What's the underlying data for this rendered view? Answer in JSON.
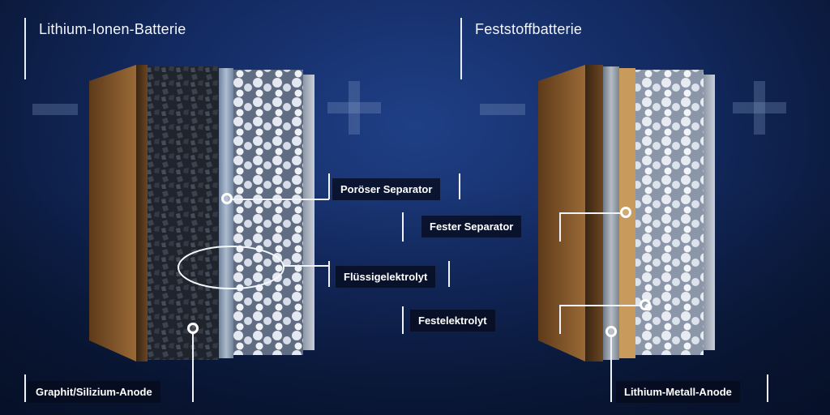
{
  "left": {
    "title": "Lithium-Ionen-Batterie",
    "labels": {
      "separator": "Poröser Separator",
      "electrolyte": "Flüssigelektrolyt",
      "anode": "Graphit/Silizium-Anode"
    }
  },
  "right": {
    "title": "Feststoffbatterie",
    "labels": {
      "separator": "Fester Separator",
      "electrolyte": "Festelektrolyt",
      "anode": "Lithium-Metall-Anode"
    }
  },
  "signs": {
    "minus": "-",
    "plus": "+"
  },
  "colors": {
    "background": "#132a61",
    "copper": "#8a5a2c",
    "label_bg": "#060c1e",
    "solid_separator": "#c89a5c"
  }
}
